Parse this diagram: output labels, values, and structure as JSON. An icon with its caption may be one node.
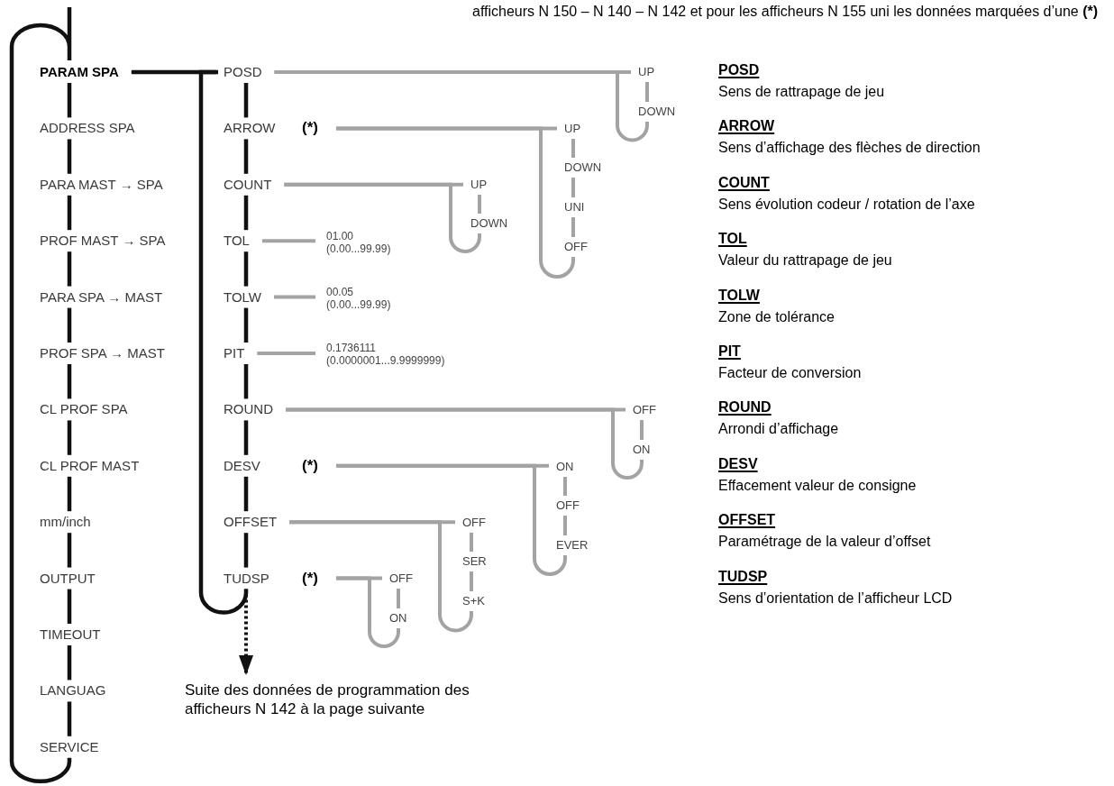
{
  "diagram": {
    "nodes": [
      {
        "text": [
          "PARAM SPA"
        ]
      },
      {
        "text": [
          "ADDRESS SPA"
        ]
      },
      {
        "text": [
          "PARA MAST → SPA"
        ]
      },
      {
        "text": [
          "PROF MAST → SPA"
        ]
      },
      {
        "text": [
          "PARA SPA → MAST"
        ]
      },
      {
        "text": [
          "PROF SPA → MAST"
        ]
      },
      {
        "text": [
          "CL PROF SPA"
        ]
      },
      {
        "text": [
          "CL PROF MAST"
        ]
      },
      {
        "text": [
          "mm/inch"
        ]
      },
      {
        "text": [
          "OUTPUT"
        ]
      },
      {
        "text": [
          "TIMEOUT"
        ]
      },
      {
        "text": [
          "LANGUAG"
        ]
      },
      {
        "text": [
          "SERVICE"
        ]
      },
      {
        "text": [
          "POSD"
        ]
      },
      {
        "text": [
          "ARROW"
        ],
        "beside": [
          "(*)"
        ]
      },
      {
        "text": [
          "COUNT"
        ]
      },
      {
        "text": [
          "TOL"
        ]
      },
      {
        "text": [
          "TOLW"
        ]
      },
      {
        "text": [
          "PIT"
        ]
      },
      {
        "text": [
          "ROUND"
        ]
      },
      {
        "text": [
          "DESV"
        ],
        "beside": [
          "(*)"
        ]
      },
      {
        "text": [
          "OFFSET"
        ]
      },
      {
        "text": [
          "TUDSP"
        ],
        "beside": [
          "(*)"
        ]
      },
      {
        "text": [
          "Suite des données de programmation des afficheurs N 142 à la page suivante"
        ]
      },
      {
        "text": [
          "UP"
        ]
      },
      {
        "text": [
          "DOWN"
        ]
      },
      {
        "text": [
          "UP"
        ]
      },
      {
        "text": [
          "DOWN"
        ]
      },
      {
        "text": [
          "UNI"
        ]
      },
      {
        "text": [
          "OFF"
        ]
      },
      {
        "text": [
          "UP"
        ]
      },
      {
        "text": [
          "DOWN"
        ]
      },
      {
        "text": [
          "01.00",
          "(0.00...99.99)"
        ]
      },
      {
        "text": [
          "00.05",
          "(0.00...99.99)"
        ]
      },
      {
        "text": [
          "0.1736111",
          "(0.0000001...9.9999999)"
        ]
      },
      {
        "text": [
          "OFF"
        ]
      },
      {
        "text": [
          "ON"
        ]
      },
      {
        "text": [
          "ON"
        ]
      },
      {
        "text": [
          "OFF"
        ]
      },
      {
        "text": [
          "EVER"
        ]
      },
      {
        "text": [
          "OFF"
        ]
      },
      {
        "text": [
          "SER"
        ]
      },
      {
        "text": [
          "S+K"
        ]
      },
      {
        "text": [
          "OFF"
        ]
      },
      {
        "text": [
          "ON"
        ]
      }
    ],
    "edges": [
      {
        "from": 0,
        "to": 1,
        "arrow": "none",
        "color": "#111111"
      },
      {
        "from": 1,
        "to": 2,
        "arrow": "none",
        "color": "#111111"
      },
      {
        "from": 2,
        "to": 3,
        "arrow": "none",
        "color": "#111111"
      },
      {
        "from": 3,
        "to": 4,
        "arrow": "none",
        "color": "#111111"
      },
      {
        "from": 4,
        "to": 5,
        "arrow": "none",
        "color": "#111111"
      },
      {
        "from": 5,
        "to": 6,
        "arrow": "none",
        "color": "#111111"
      },
      {
        "from": 6,
        "to": 7,
        "arrow": "none",
        "color": "#111111"
      },
      {
        "from": 7,
        "to": 8,
        "arrow": "none",
        "color": "#111111"
      },
      {
        "from": 8,
        "to": 9,
        "arrow": "none",
        "color": "#111111"
      },
      {
        "from": 9,
        "to": 10,
        "arrow": "none",
        "color": "#111111"
      },
      {
        "from": 10,
        "to": 11,
        "arrow": "none",
        "color": "#111111"
      },
      {
        "from": 11,
        "to": 12,
        "arrow": "none",
        "color": "#111111"
      },
      {
        "from": 12,
        "to": 0,
        "arrow": "none",
        "color": "#111111"
      },
      {
        "from": 0,
        "to": 13,
        "arrow": "none",
        "color": "#111111"
      },
      {
        "from": 13,
        "to": 14,
        "arrow": "none",
        "color": "#111111"
      },
      {
        "from": 14,
        "to": 15,
        "arrow": "none",
        "color": "#111111"
      },
      {
        "from": 15,
        "to": 16,
        "arrow": "none",
        "color": "#111111"
      },
      {
        "from": 16,
        "to": 17,
        "arrow": "none",
        "color": "#111111"
      },
      {
        "from": 17,
        "to": 18,
        "arrow": "none",
        "color": "#111111"
      },
      {
        "from": 18,
        "to": 19,
        "arrow": "none",
        "color": "#111111"
      },
      {
        "from": 19,
        "to": 20,
        "arrow": "none",
        "color": "#111111"
      },
      {
        "from": 20,
        "to": 21,
        "arrow": "none",
        "color": "#111111"
      },
      {
        "from": 21,
        "to": 22,
        "arrow": "none",
        "color": "#111111"
      },
      {
        "from": 22,
        "to": 13,
        "arrow": "none",
        "color": "#111111"
      },
      {
        "from": 22,
        "to": 23,
        "arrow": "to",
        "style": "dashed",
        "color": "#111111"
      },
      {
        "from": 13,
        "to": 24,
        "arrow": "none"
      },
      {
        "from": 24,
        "to": 25,
        "arrow": "none"
      },
      {
        "from": 25,
        "to": 13,
        "arrow": "none"
      },
      {
        "from": 14,
        "to": 26,
        "arrow": "none"
      },
      {
        "from": 26,
        "to": 27,
        "arrow": "none"
      },
      {
        "from": 27,
        "to": 28,
        "arrow": "none"
      },
      {
        "from": 28,
        "to": 29,
        "arrow": "none"
      },
      {
        "from": 29,
        "to": 14,
        "arrow": "none"
      },
      {
        "from": 15,
        "to": 30,
        "arrow": "none"
      },
      {
        "from": 30,
        "to": 31,
        "arrow": "none"
      },
      {
        "from": 31,
        "to": 15,
        "arrow": "none"
      },
      {
        "from": 16,
        "to": 32,
        "arrow": "none"
      },
      {
        "from": 17,
        "to": 33,
        "arrow": "none"
      },
      {
        "from": 18,
        "to": 34,
        "arrow": "none"
      },
      {
        "from": 19,
        "to": 35,
        "arrow": "none"
      },
      {
        "from": 35,
        "to": 36,
        "arrow": "none"
      },
      {
        "from": 36,
        "to": 19,
        "arrow": "none"
      },
      {
        "from": 20,
        "to": 37,
        "arrow": "none"
      },
      {
        "from": 37,
        "to": 38,
        "arrow": "none"
      },
      {
        "from": 38,
        "to": 39,
        "arrow": "none"
      },
      {
        "from": 39,
        "to": 20,
        "arrow": "none"
      },
      {
        "from": 21,
        "to": 40,
        "arrow": "none"
      },
      {
        "from": 40,
        "to": 41,
        "arrow": "none"
      },
      {
        "from": 41,
        "to": 42,
        "arrow": "none"
      },
      {
        "from": 42,
        "to": 21,
        "arrow": "none"
      },
      {
        "from": 22,
        "to": 43,
        "arrow": "none"
      },
      {
        "from": 43,
        "to": 44,
        "arrow": "none"
      },
      {
        "from": 44,
        "to": 22,
        "arrow": "none"
      }
    ],
    "labels": [
      "afficheurs N 150 – N 140 – N 142 et pour les afficheurs N 155 uni les données marquées d’une **(*)**",
      "POSD",
      "Sens de rattrapage de jeu",
      "ARROW",
      "Sens d’affichage des flèches de direction",
      "COUNT",
      "Sens évolution codeur / rotation de l’axe",
      "TOL",
      "Valeur du rattrapage de jeu",
      "TOLW",
      "Zone de tolérance",
      "PIT",
      "Facteur de conversion",
      "ROUND",
      "Arrondi d’affichage",
      "DESV",
      "Effacement valeur de consigne",
      "OFFSET",
      "Paramétrage de la valeur d’offset",
      "TUDSP",
      "Sens d’orientation de l’afficheur LCD"
    ]
  }
}
